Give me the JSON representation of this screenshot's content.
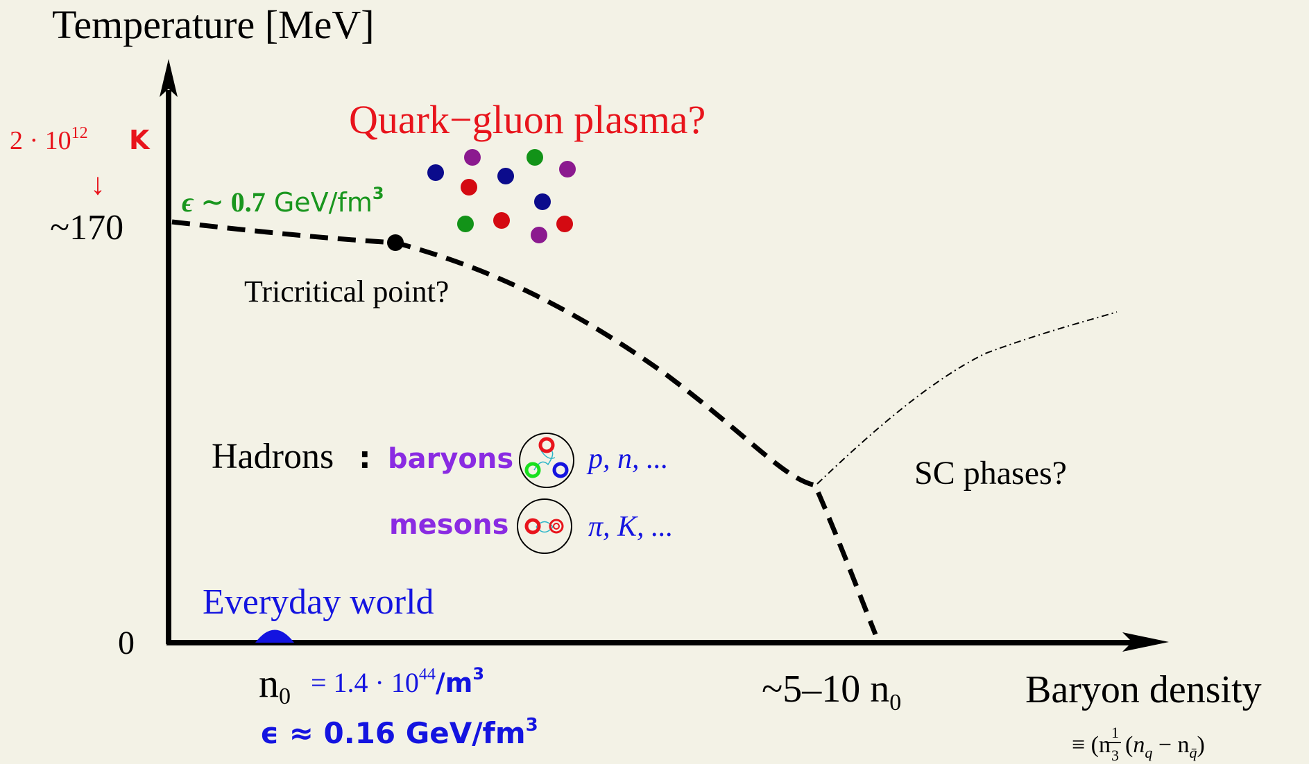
{
  "axes": {
    "y_title": "Temperature [MeV]",
    "x_title": "Baryon density",
    "x_title_sub": "≡ (n",
    "x_title_sub_q": "q",
    "x_title_sub_minus": " − n",
    "x_title_sub_qbar": "q̄",
    "x_title_sub_close": ")",
    "x_title_frac_num": "1",
    "x_title_frac_den": "3"
  },
  "y_ticks": {
    "t170": "~170",
    "t0": "0",
    "kelvin_value": "2 · 10",
    "kelvin_exp": "12",
    "kelvin_unit": "K",
    "kelvin_arrow": "↓"
  },
  "x_ticks": {
    "nuclear_n": "n",
    "nuclear_sub": "0",
    "nuclear_eq": " = 1.4 · 10",
    "nuclear_exp": "44",
    "nuclear_unit": "/m",
    "nuclear_unit_exp": "3",
    "nuclear_energy": "ϵ ≈ 0.16 GeV/fm",
    "nuclear_energy_exp": "3",
    "dense": "~5–10 n",
    "dense_sub": "0"
  },
  "regions": {
    "qgp": "Quark−gluon plasma?",
    "qgp_energy_eps": "ϵ ∼ ",
    "qgp_energy_value": "0.7",
    "qgp_energy_unit": " GeV/fm",
    "qgp_energy_exp": "3",
    "tricritical": "Tricritical point?",
    "sc": "SC phases?",
    "everyday": "Everyday world",
    "hadrons": "Hadrons",
    "hadrons_colon": ":",
    "baryons": "baryons",
    "baryon_examples": "p, n, ...",
    "mesons": "mesons",
    "meson_examples": "π, K, ..."
  },
  "colors": {
    "background": "#f3f2e6",
    "red": "#e8141c",
    "green": "#19961e",
    "blue": "#1414e0",
    "purple": "#8a2be2",
    "dark_red": "#d40a12",
    "dark_blue": "#0b0b8c",
    "dot_purple": "#8b1a8f",
    "dot_green": "#129318"
  }
}
